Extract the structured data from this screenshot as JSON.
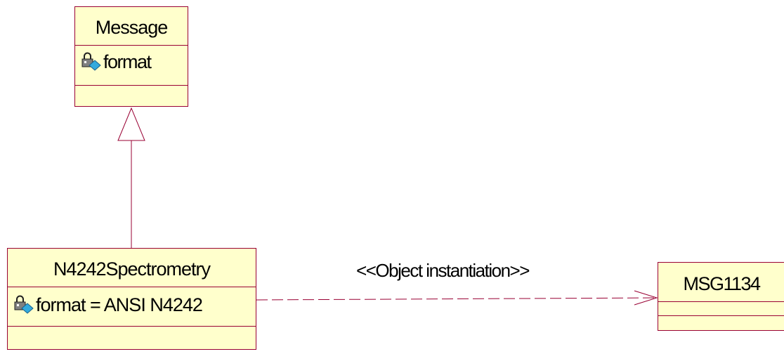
{
  "diagram": {
    "type": "uml-class-diagram",
    "colors": {
      "class_fill": "#ffffcc",
      "class_border": "#990033",
      "connector": "#990033",
      "text": "#000000",
      "attribute_icon": "#33aadd"
    },
    "classes": [
      {
        "id": "message",
        "name": "Message",
        "attributes": [
          {
            "icon": "protected-attribute-icon",
            "text": "format"
          }
        ],
        "operations": []
      },
      {
        "id": "n4242",
        "name": "N4242Spectrometry",
        "attributes": [
          {
            "icon": "protected-attribute-icon",
            "text": "format = ANSI N4242"
          }
        ],
        "operations": []
      },
      {
        "id": "msg1134",
        "name": "MSG1134",
        "attributes": [],
        "operations": []
      }
    ],
    "relationships": [
      {
        "kind": "generalization",
        "from": "N4242Spectrometry",
        "to": "Message",
        "line_style": "solid",
        "arrowhead": "hollow-triangle"
      },
      {
        "kind": "dependency",
        "from": "N4242Spectrometry",
        "to": "MSG1134",
        "line_style": "dashed",
        "arrowhead": "open",
        "stereotype": "<<Object instantiation>>"
      }
    ]
  }
}
